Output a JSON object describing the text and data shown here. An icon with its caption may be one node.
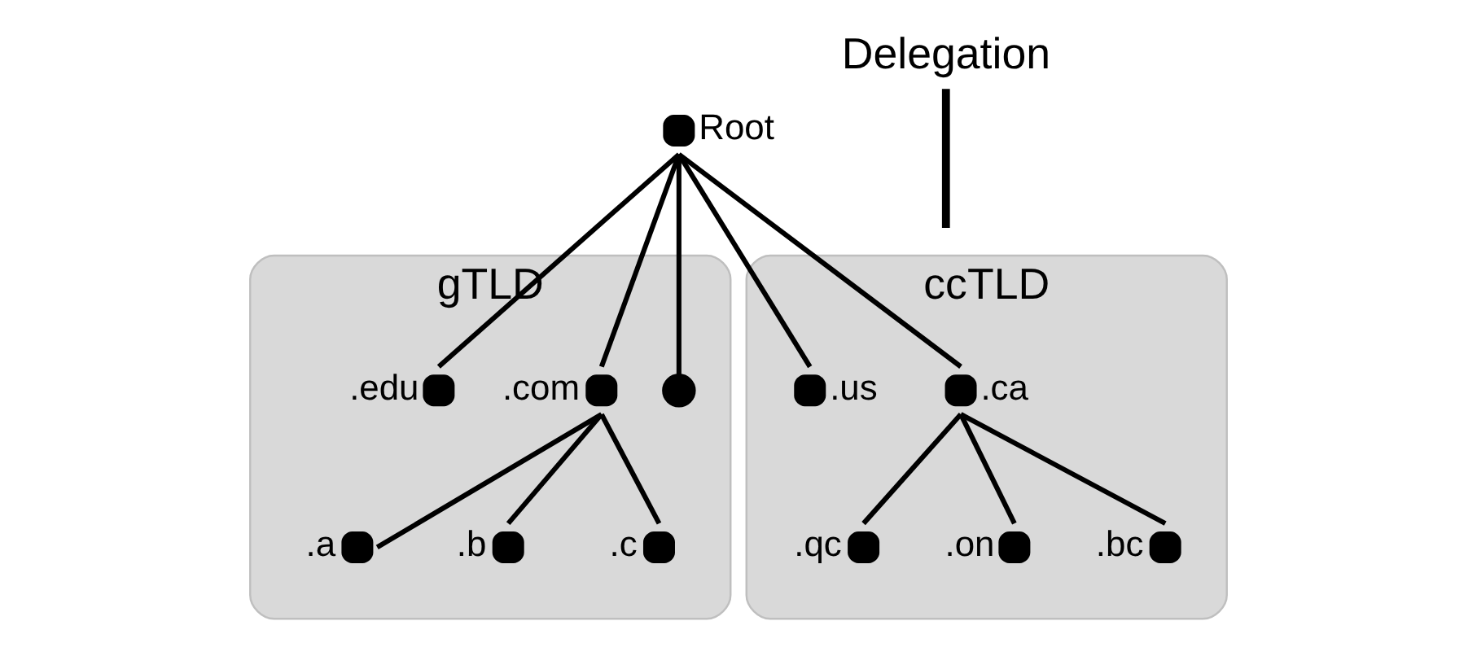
{
  "diagram": {
    "nodes": [
      {
        "text": [
          "gTLD"
        ]
      },
      {
        "text": [
          "ccTLD"
        ]
      },
      {
        "text": [],
        "shape": "circle",
        "beside": [
          "Root"
        ]
      },
      {
        "text": [],
        "shape": "circle",
        "beside": [
          ".edu"
        ],
        "in": 0
      },
      {
        "text": [],
        "shape": "circle",
        "beside": [
          ".com"
        ],
        "in": 0
      },
      {
        "text": [],
        "shape": "circle",
        "in": 0
      },
      {
        "text": [],
        "shape": "circle",
        "beside": [
          ".us"
        ],
        "in": 1
      },
      {
        "text": [],
        "shape": "circle",
        "beside": [
          ".ca"
        ],
        "in": 1
      },
      {
        "text": [],
        "shape": "circle",
        "beside": [
          ".a"
        ],
        "in": 0
      },
      {
        "text": [],
        "shape": "circle",
        "beside": [
          ".b"
        ],
        "in": 0
      },
      {
        "text": [],
        "shape": "circle",
        "beside": [
          ".c"
        ],
        "in": 0
      },
      {
        "text": [],
        "shape": "circle",
        "beside": [
          ".qc"
        ],
        "in": 1
      },
      {
        "text": [],
        "shape": "circle",
        "beside": [
          ".on"
        ],
        "in": 1
      },
      {
        "text": [],
        "shape": "circle",
        "beside": [
          ".bc"
        ],
        "in": 1
      }
    ],
    "edges": [
      {
        "from": 2,
        "to": 3,
        "arrow": "none"
      },
      {
        "from": 2,
        "to": 4,
        "arrow": "none"
      },
      {
        "from": 2,
        "to": 5,
        "arrow": "none"
      },
      {
        "from": 2,
        "to": 6,
        "arrow": "none"
      },
      {
        "from": 2,
        "to": 7,
        "arrow": "none"
      },
      {
        "from": 4,
        "to": 8,
        "arrow": "none"
      },
      {
        "from": 4,
        "to": 9,
        "arrow": "none"
      },
      {
        "from": 4,
        "to": 10,
        "arrow": "none"
      },
      {
        "from": 7,
        "to": 11,
        "arrow": "none"
      },
      {
        "from": 7,
        "to": 12,
        "arrow": "none"
      },
      {
        "from": 7,
        "to": 13,
        "arrow": "none"
      }
    ],
    "labels": [
      "Delegation"
    ]
  }
}
